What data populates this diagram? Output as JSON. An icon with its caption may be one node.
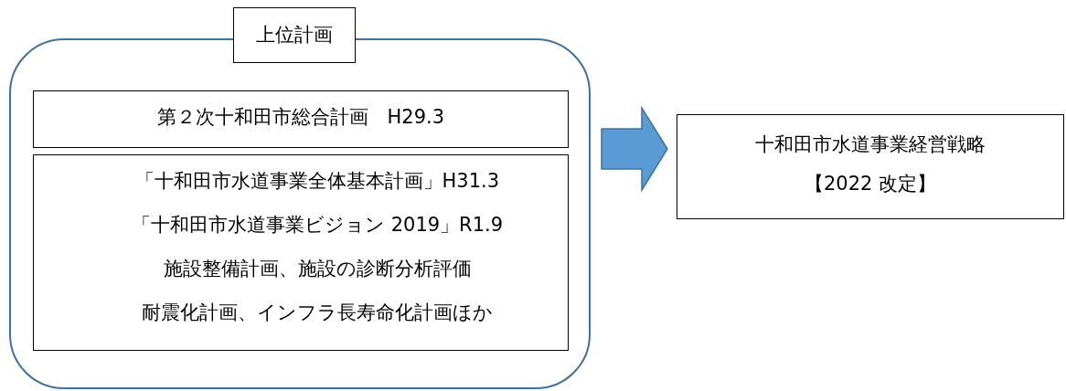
{
  "diagram": {
    "nodes": [
      {
        "text": [
          "上位計画"
        ]
      },
      {
        "text": [
          "第２次十和田市総合計画　H29.3"
        ],
        "in": 0
      },
      {
        "text": [
          "「十和田市水道事業全体基本計画」H31.3",
          "「十和田市水道事業ビジョン 2019」R1.9",
          "施設整備計画、施設の診断分析評価",
          "耐震化計画、インフラ長寿命化計画ほか"
        ],
        "in": 0
      },
      {
        "text": [
          "十和田市水道事業経営戦略",
          "【2022 改定】"
        ]
      }
    ],
    "edges": [
      {
        "from": 0,
        "to": 3,
        "arrow": "to"
      }
    ]
  }
}
